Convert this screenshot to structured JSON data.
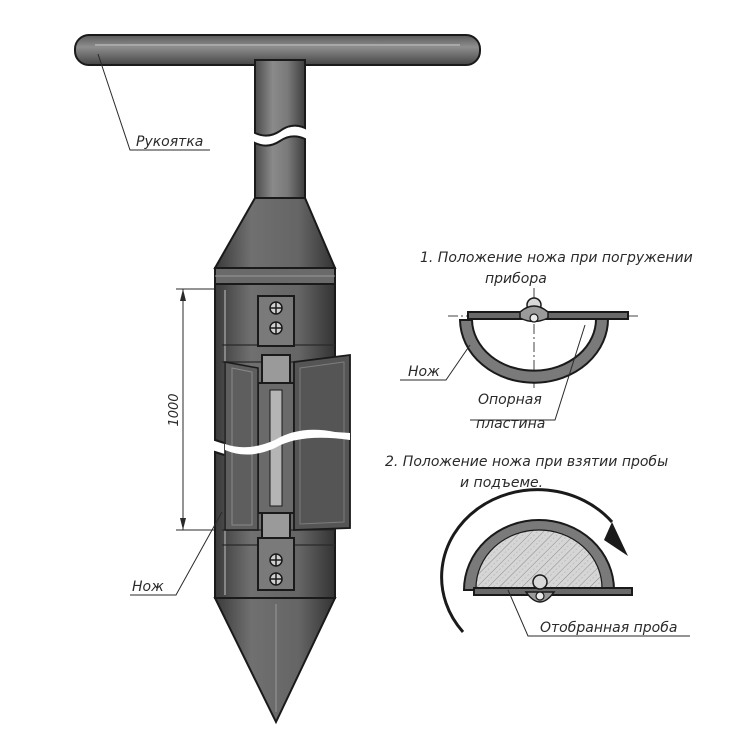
{
  "labels": {
    "handle": "Рукоятка",
    "knife_left": "Нож",
    "knife_right": "Нож",
    "dimension": "1000",
    "support_line1": "Опорная",
    "support_line2": "пластина",
    "sample": "Отобранная проба"
  },
  "captions": {
    "pos1_line1": "1. Положение ножа при погружении",
    "pos1_line2": "прибора",
    "pos2_line1": "2. Положение ножа при взятии пробы",
    "pos2_line2": "и подъеме."
  },
  "colors": {
    "metal_dark": "#5a5a5a",
    "metal_mid": "#6e6e6e",
    "metal_light": "#8a8a8a",
    "outline": "#1a1a1a",
    "sample_fill": "#cfcfcf"
  }
}
